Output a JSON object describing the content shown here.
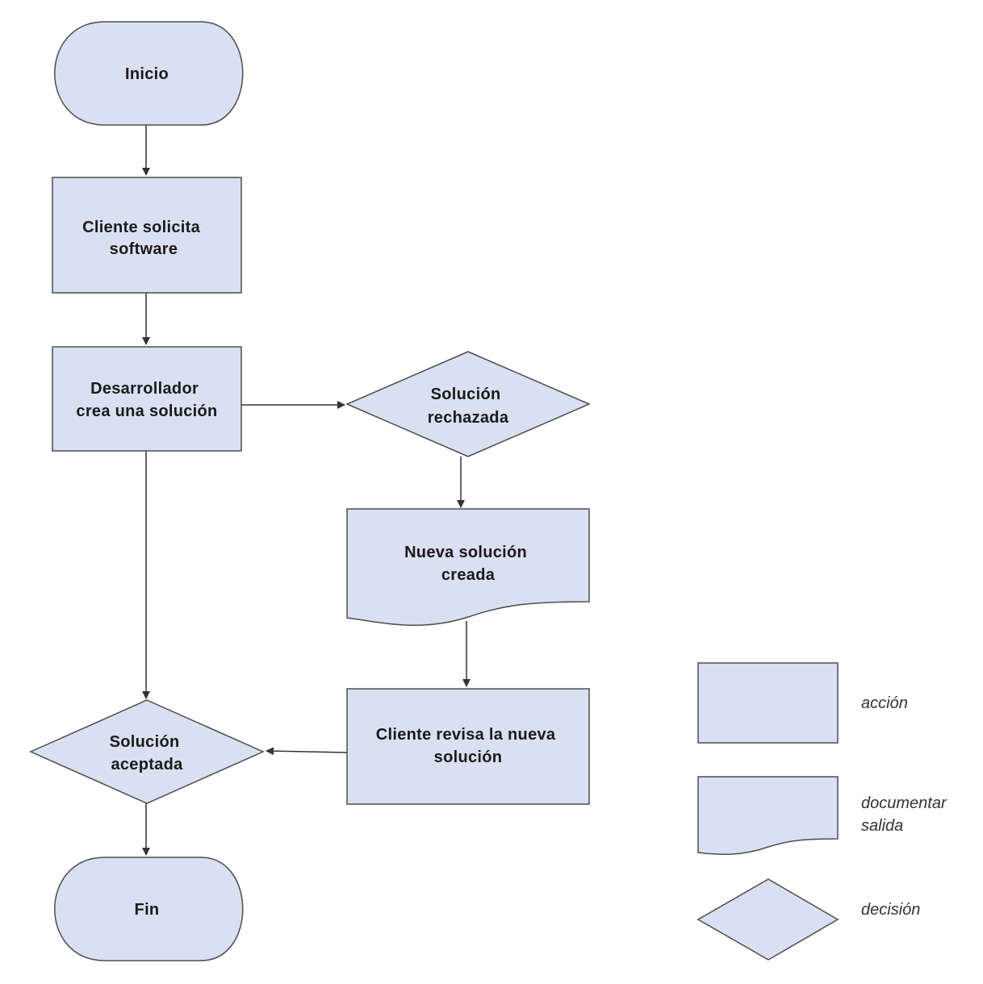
{
  "nodes": {
    "inicio": {
      "lines": [
        "Inicio"
      ]
    },
    "cliente_solicita": {
      "lines": [
        "Cliente solicita",
        "software"
      ]
    },
    "desarrollador": {
      "lines": [
        "Desarrollador",
        "crea una solución"
      ]
    },
    "solucion_rechazada": {
      "lines": [
        "Solución",
        "rechazada"
      ]
    },
    "nueva_solucion": {
      "lines": [
        "Nueva solución",
        "creada"
      ]
    },
    "cliente_revisa": {
      "lines": [
        "Cliente revisa la nueva",
        "solución"
      ]
    },
    "solucion_aceptada": {
      "lines": [
        "Solución",
        "aceptada"
      ]
    },
    "fin": {
      "lines": [
        "Fin"
      ]
    }
  },
  "legend": {
    "accion": [
      "acción"
    ],
    "documentar": [
      "documentar",
      "salida"
    ],
    "decision": [
      "decisión"
    ]
  },
  "colors": {
    "fill": "#d9e0f2",
    "stroke": "#4d4d4d",
    "edge": "#333333"
  }
}
